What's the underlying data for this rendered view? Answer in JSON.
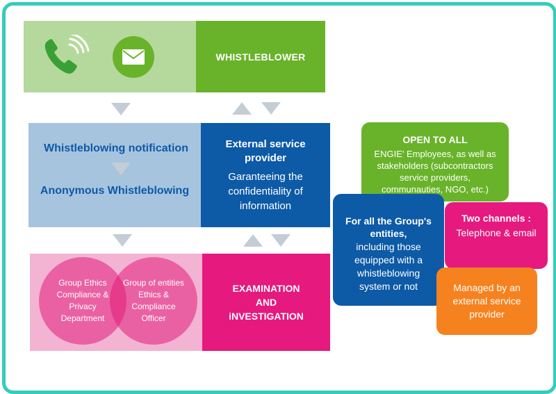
{
  "icons": {
    "phone": "phone-icon",
    "email": "envelope-icon"
  },
  "colors": {
    "frame": "#33cdb9",
    "green": "#69b32a",
    "light_green": "#b5d99c",
    "blue": "#0d5aa7",
    "light_blue": "#a7c4df",
    "pink": "#e5197e",
    "light_pink": "#f3b4d4",
    "orange": "#f5821f",
    "arrow": "#c4cdd6"
  },
  "whistleblower": {
    "label": "WHISTLEBLOWER"
  },
  "notification": {
    "named": "Whistleblowing notification",
    "anonymous": "Anonymous Whistleblowing"
  },
  "external": {
    "title_line1": "External service",
    "title_line2": "provider",
    "body_line1": "Garanteeing the",
    "body_line2": "confidentiality of",
    "body_line3": "information"
  },
  "handlers": {
    "group_ethics": [
      "Group Ethics",
      "Compliance &",
      "Privacy",
      "Department"
    ],
    "entities_officer": [
      "Group of entities",
      "Ethics &",
      "Compliance",
      "Officer"
    ]
  },
  "examination": {
    "line1": "EXAMINATION",
    "line2": "AND",
    "line3": "iNVESTIGATION"
  },
  "open_to_all": {
    "title": "OPEN TO ALL",
    "body": [
      "ENGIE' Employees, as well as",
      "stakeholders (subcontractors",
      "service providers,",
      "communauties, NGO, etc.)"
    ]
  },
  "entities": {
    "title": [
      "For all the Group's",
      "entities,"
    ],
    "body": [
      "including those",
      "equipped with a",
      "whistleblowing",
      "system or not"
    ]
  },
  "channels": {
    "title": "Two channels :",
    "body": "Telephone & email"
  },
  "managed": {
    "body": [
      "Managed by an",
      "external service",
      "provider"
    ]
  }
}
